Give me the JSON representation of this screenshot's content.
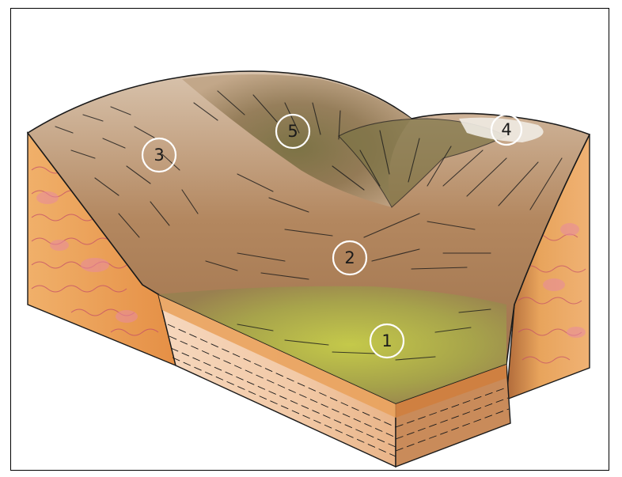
{
  "diagram": {
    "markers": [
      {
        "id": "1",
        "label": "1"
      },
      {
        "id": "2",
        "label": "2"
      },
      {
        "id": "3",
        "label": "3"
      },
      {
        "id": "4",
        "label": "4"
      },
      {
        "id": "5",
        "label": "5"
      }
    ],
    "colors": {
      "rock_orange": "#e9a15a",
      "rock_pink": "#e88aa0",
      "slope_brown": "#b98d68",
      "valley_green": "#b9c84a",
      "ink": "#1a1a1a",
      "marker_ring": "#ffffff"
    }
  }
}
